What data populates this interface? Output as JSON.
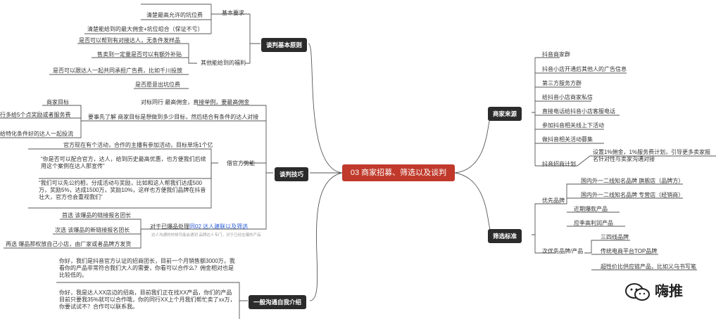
{
  "center": "03 商家招募、筛选以及谈判",
  "branches": {
    "source": "商家来源",
    "filter": "筛选标准",
    "principle": "谈判基本原则",
    "skill": "谈判技巧",
    "intro": "一般沟通自我介绍"
  },
  "source_items": [
    "抖音商家群",
    "抖音小店开通后其他人的广告信息",
    "第三方服务方群",
    "给抖音小店商家私信",
    "直接电话给抖音小店客服电话",
    "参加抖音相关线上下活动",
    "做抖音相关活动募集",
    "抖音招商计划"
  ],
  "source_plan_note": "设置1%佣金，1%服务费计划，引导更多卖家报名针对性与卖家沟通对接",
  "filter_groups": [
    {
      "label": "优先品牌",
      "items": [
        "国内外一二线知名品牌 旗舰店（品牌方）",
        "国内外一二线知名品牌 专营店（经销商）",
        "近期爆款产品",
        "应季高利润产品"
      ]
    },
    {
      "label": "次优先品牌/产品",
      "items": [
        "三四线品牌",
        "传统电商平台TOP品牌",
        "超性价比供应链产品，比如义乌书写笔"
      ]
    }
  ],
  "principle": {
    "basic_label": "基本要求",
    "basic_items": [
      "清楚最高允许的坑位费",
      "清楚能给到的最大佣金+坑位组合（保证不亏）"
    ],
    "welfare_label": "其他能给到的福利",
    "welfare_items": [
      "是否可以帮到有对接达人，无条件发样品",
      "售卖到一定量是否可以有额外补贴",
      "是否可以跟达人一起共同承担广告费，比如千川投放",
      "是否愿意出坑位费"
    ]
  },
  "skill": {
    "line1": "对标同行 最高佣金，直接举例，要最高佣金",
    "merchant_goal": "商家目标",
    "left_a": "行多给5个点奖励或者服务费",
    "left_b": "给特化条件好的达人一起投流",
    "line2": "要事先了解 商家目标是想做到多少目标，然后结合有条件的达人对接",
    "official_label": "借官方势能",
    "line3": "官方现在有个活动，合作的主播有参加活动，目标单场1个亿",
    "quote1": "“你是否可以配合官方，达人，给到历史最高优惠，也方便我们后续用这个案例在达人那宣传”",
    "quote2": "“我们可以先公约相，分成活动与奖励，比如和这人帮我们达成500万，奖励5%，达成1500万，奖励10%，这样也方便我们品牌在抖音壮大，官方也会重视我们”",
    "explosive_label": "对于已爆品处理",
    "explosive_link": "同02 达人建联以及筛选",
    "explosive_sub": "达人沟通的时候可能会遇到 品牌达人专门，对于已经在爆的产品",
    "bl1": "首选 该爆品的链接报名团长",
    "bl2": "次选 该爆品的新链接报名团长",
    "bl3": "再选 爆品那权放自己小店，由厂家或者品牌方发货"
  },
  "intro": {
    "para1": "你好，我们是抖音官方认证的招商团长，目前一个月销售额3000万，我看你的产品非常符合我们大人的需要，你看可以合作么？佣金相对也是比较低的。",
    "para2": "你好，我是达人XX店边的招商，目前我们正在找XX产品，你们的产品目前只要我35%就可以合作哦，你的同行XX上个月我们帮忙卖了xx万，你要试试不？合作可以联系我。"
  },
  "watermark": "嗨推",
  "colors": {
    "center": "#c0392b",
    "node": "#2b2b2b",
    "link": "#2d5fd6"
  }
}
